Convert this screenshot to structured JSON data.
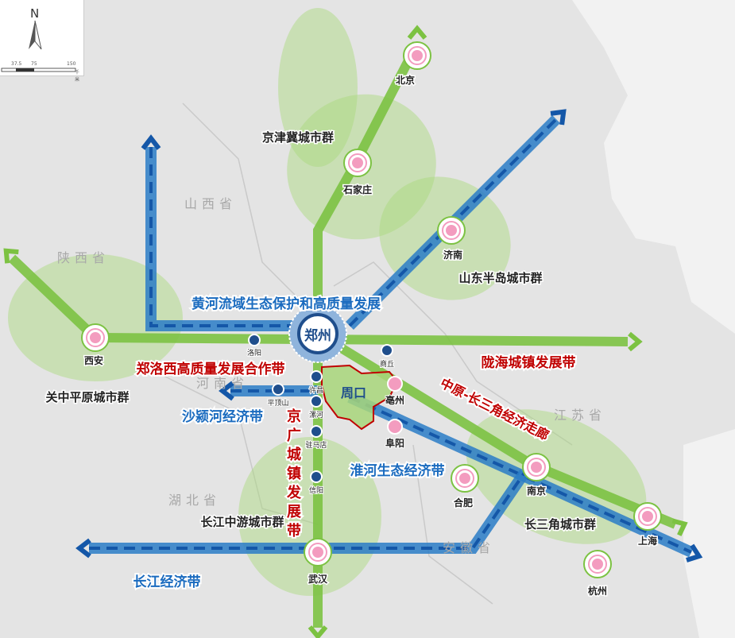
{
  "legend": {
    "north": "N",
    "scale_ticks": [
      "37.5",
      "75",
      "150"
    ],
    "scale_unit": "千米"
  },
  "colors": {
    "green_axis": "#7cc242",
    "blue_axis": "#2a7cc7",
    "cluster": "#a9d97a",
    "city_pink": "#f39cbf",
    "node_blue": "#1f4e8c",
    "red_label": "#c00000",
    "blue_label": "#1a6bbf"
  },
  "center_city": "郑州",
  "highlight_city": "周口",
  "major_cities": [
    "北京",
    "石家庄",
    "济南",
    "西安",
    "南京",
    "合肥",
    "上海",
    "武汉",
    "杭州"
  ],
  "minor_cities": [
    "洛阳",
    "商丘",
    "许昌",
    "平顶山",
    "漯河",
    "驻马店",
    "信阳",
    "亳州",
    "阜阳"
  ],
  "clusters": [
    "京津冀城市群",
    "山东半岛城市群",
    "关中平原城市群",
    "长江中游城市群",
    "长三角城市群"
  ],
  "belts_blue": [
    "黄河流域生态保护和高质量发展",
    "沙颍河经济带",
    "淮河生态经济带",
    "长江经济带"
  ],
  "belts_red": [
    "郑洛西高质量发展合作带",
    "陇海城镇发展带",
    "中原-长三角经济走廊",
    "京广城镇发展带"
  ],
  "provinces": [
    "山西省",
    "陕西省",
    "河南省",
    "湖北省",
    "安徽省",
    "江苏省"
  ]
}
